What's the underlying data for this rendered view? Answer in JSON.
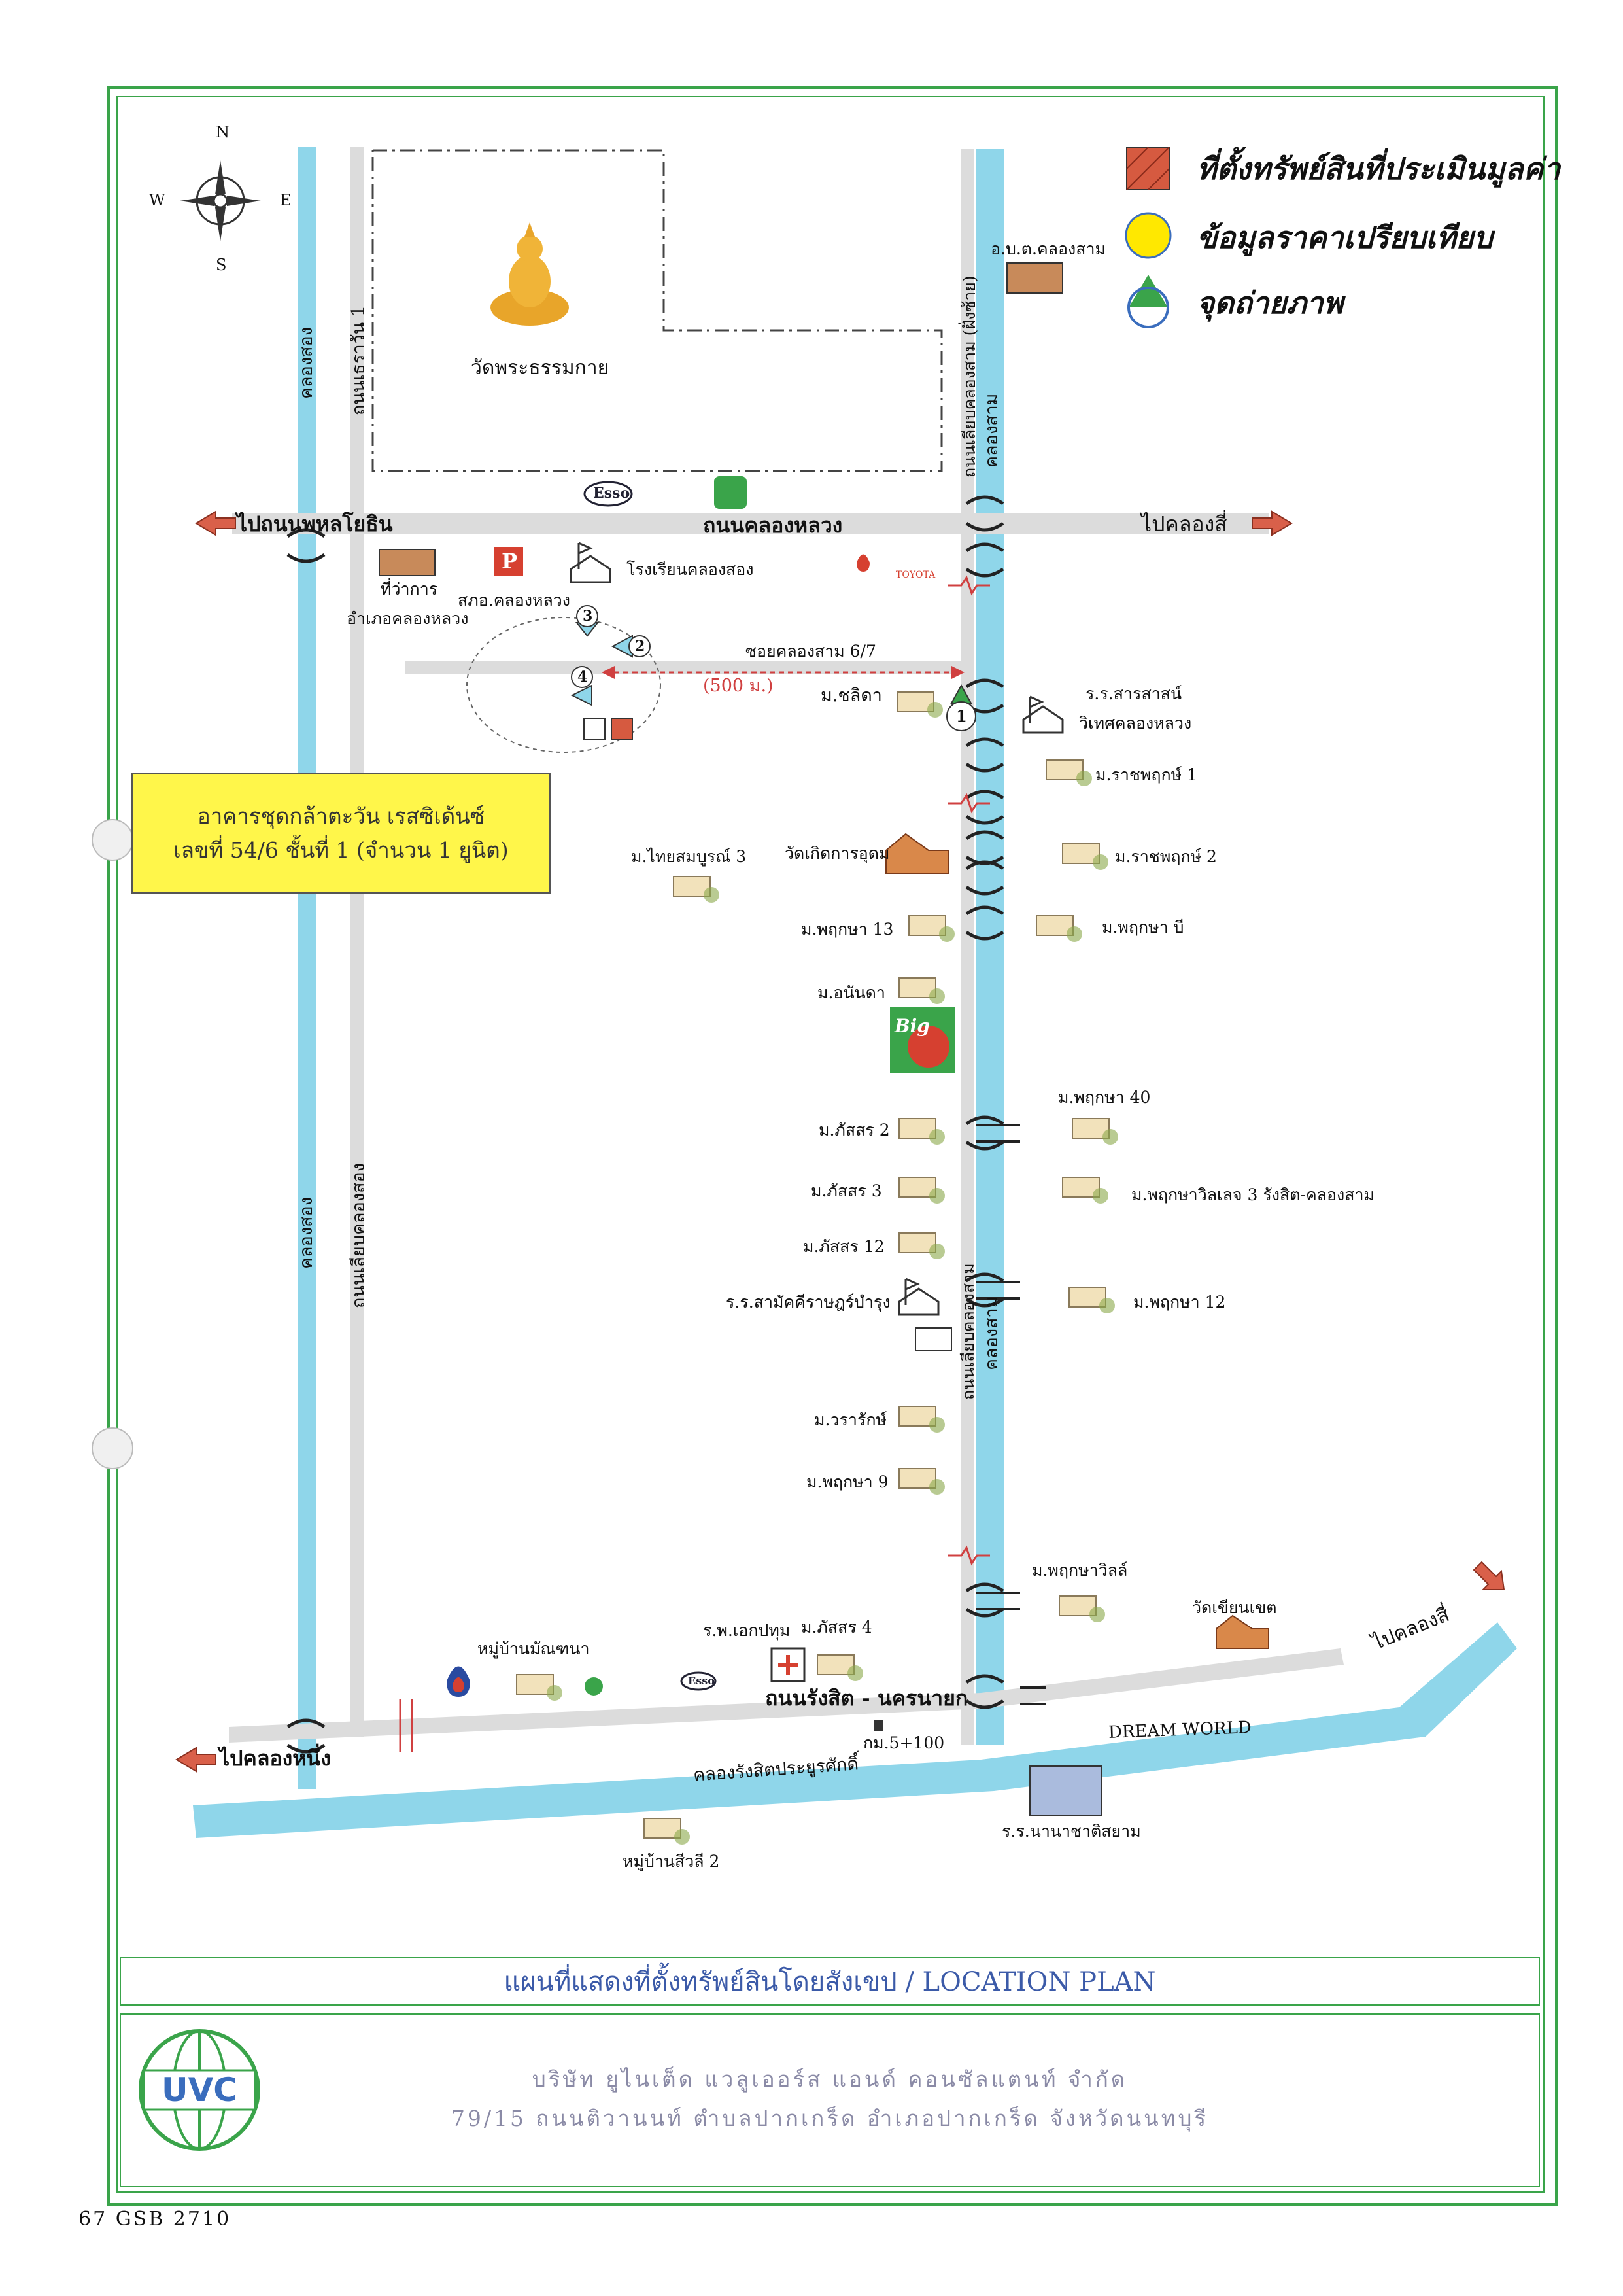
{
  "legend": {
    "subject": "ที่ตั้งทรัพย์สินที่ประเมินมูลค่า",
    "comparable": "ข้อมูลราคาเปรียบเทียบ",
    "photo": "จุดถ่ายภาพ"
  },
  "compass": {
    "n": "N",
    "s": "S",
    "e": "E",
    "w": "W"
  },
  "colors": {
    "frame": "#3aa44a",
    "canal": "#8fd6ea",
    "road": "#dcdcdc",
    "callout": "#fff64a",
    "subject": "#d65a40",
    "comparable": "#ffe800",
    "photo": "#3a6dbd"
  },
  "places": {
    "temple_big": "วัดพระธรรมกาย",
    "district_office_top": "อ.บ.ต.คลองสาม",
    "road_left_top": "ไปถนนพหลโยธิน",
    "road_main_top": "ถนนคลองหลวง",
    "road_right_top": "ไปคลองสี่",
    "district_office": "ที่ว่าการ",
    "district_office_2": "อำเภอคลองหลวง",
    "police": "สภอ.คลองหลวง",
    "school_top": "โรงเรียนคลองสอง",
    "soi": "ซอยคลองสาม 6/7",
    "distance": "(500 ม.)",
    "m_chalida": "ม.ชลิดา",
    "school_sarasas": "ร.ร.สารสาสน์",
    "school_sarasas_2": "วิเทศคลองหลวง",
    "m_ratchaphruek1": "ม.ราชพฤกษ์ 1",
    "m_thaisombun": "ม.ไทยสมบูรณ์ 3",
    "wat_koedkan": "วัดเกิดการอุดม",
    "m_ratchaphruek2": "ม.ราชพฤกษ์ 2",
    "m_phruksa13": "ม.พฤกษา 13",
    "m_phruksa_b": "ม.พฤกษา บี",
    "m_ananda": "ม.อนันดา",
    "big_c": "Big",
    "m_phruksa40": "ม.พฤกษา 40",
    "m_phatsorn2": "ม.ภัสสร 2",
    "m_phatsorn3": "ม.ภัสสร 3",
    "m_phruksa_ville": "ม.พฤกษาวิลเลจ 3 รังสิต-คลองสาม",
    "m_phatsorn12": "ม.ภัสสร 12",
    "school_samakkhi": "ร.ร.สามัคคีราษฎร์บำรุง",
    "m_phruksa12": "ม.พฤกษา 12",
    "m_wararak": "ม.วรารักษ์",
    "m_phruksa9": "ม.พฤกษา 9",
    "m_phruksaville": "ม.พฤกษาวิลล์",
    "wat_khian": "วัดเขียนเขต",
    "road_right_bottom": "ไปคลองสี่",
    "hospital": "ร.พ.เอกปทุม",
    "m_phatsorn4": "ม.ภัสสร 4",
    "m_manchana": "หมู่บ้านมัณฑนา",
    "road_bottom": "ถนนรังสิต - นครนายก",
    "km": "กม.5+100",
    "dream_world": "DREAM WORLD",
    "road_left_bottom": "ไปคลองหนึ่ง",
    "canal_bottom": "คลองรังสิตประยูรศักดิ์",
    "school_nana": "ร.ร.นานาชาติสยาม",
    "m_siwali": "หมู่บ้านสีวลี 2",
    "canal_left_top": "คลองสอง",
    "canal_left_bottom": "คลองสอง",
    "road_left_1": "ถนนเธราวัน 1",
    "road_left_2": "ถนนเลียบคลองสอง",
    "canal_right_top": "คลองสาม",
    "road_right_top_v": "ถนนเลียบคลองสาม (ฝั่งซ้าย)",
    "canal_right_mid": "คลองสาม",
    "road_right_mid_v": "ถนนเลียบคลองสาม",
    "esso": "Esso",
    "toyota": "TOYOTA",
    "park": "P"
  },
  "callout": {
    "line1": "อาคารชุดกล้าตะวัน เรสซิเด้นซ์",
    "line2": "เลขที่ 54/6 ชั้นที่ 1  (จำนวน 1 ยูนิต)"
  },
  "photo_points": [
    "1",
    "2",
    "3",
    "4"
  ],
  "bottom": {
    "title": "แผนที่แสดงที่ตั้งทรัพย์สินโดยสังเขป / LOCATION PLAN",
    "company": "บริษัท ยูไนเต็ด แวลูเออร์ส แอนด์ คอนซัลแตนท์ จำกัด",
    "address": "79/15  ถนนติวานนท์  ตำบลปากเกร็ด  อำเภอปากเกร็ด  จังหวัดนนทบุรี",
    "logo": "UVC"
  },
  "doc_id": "67 GSB 2710"
}
